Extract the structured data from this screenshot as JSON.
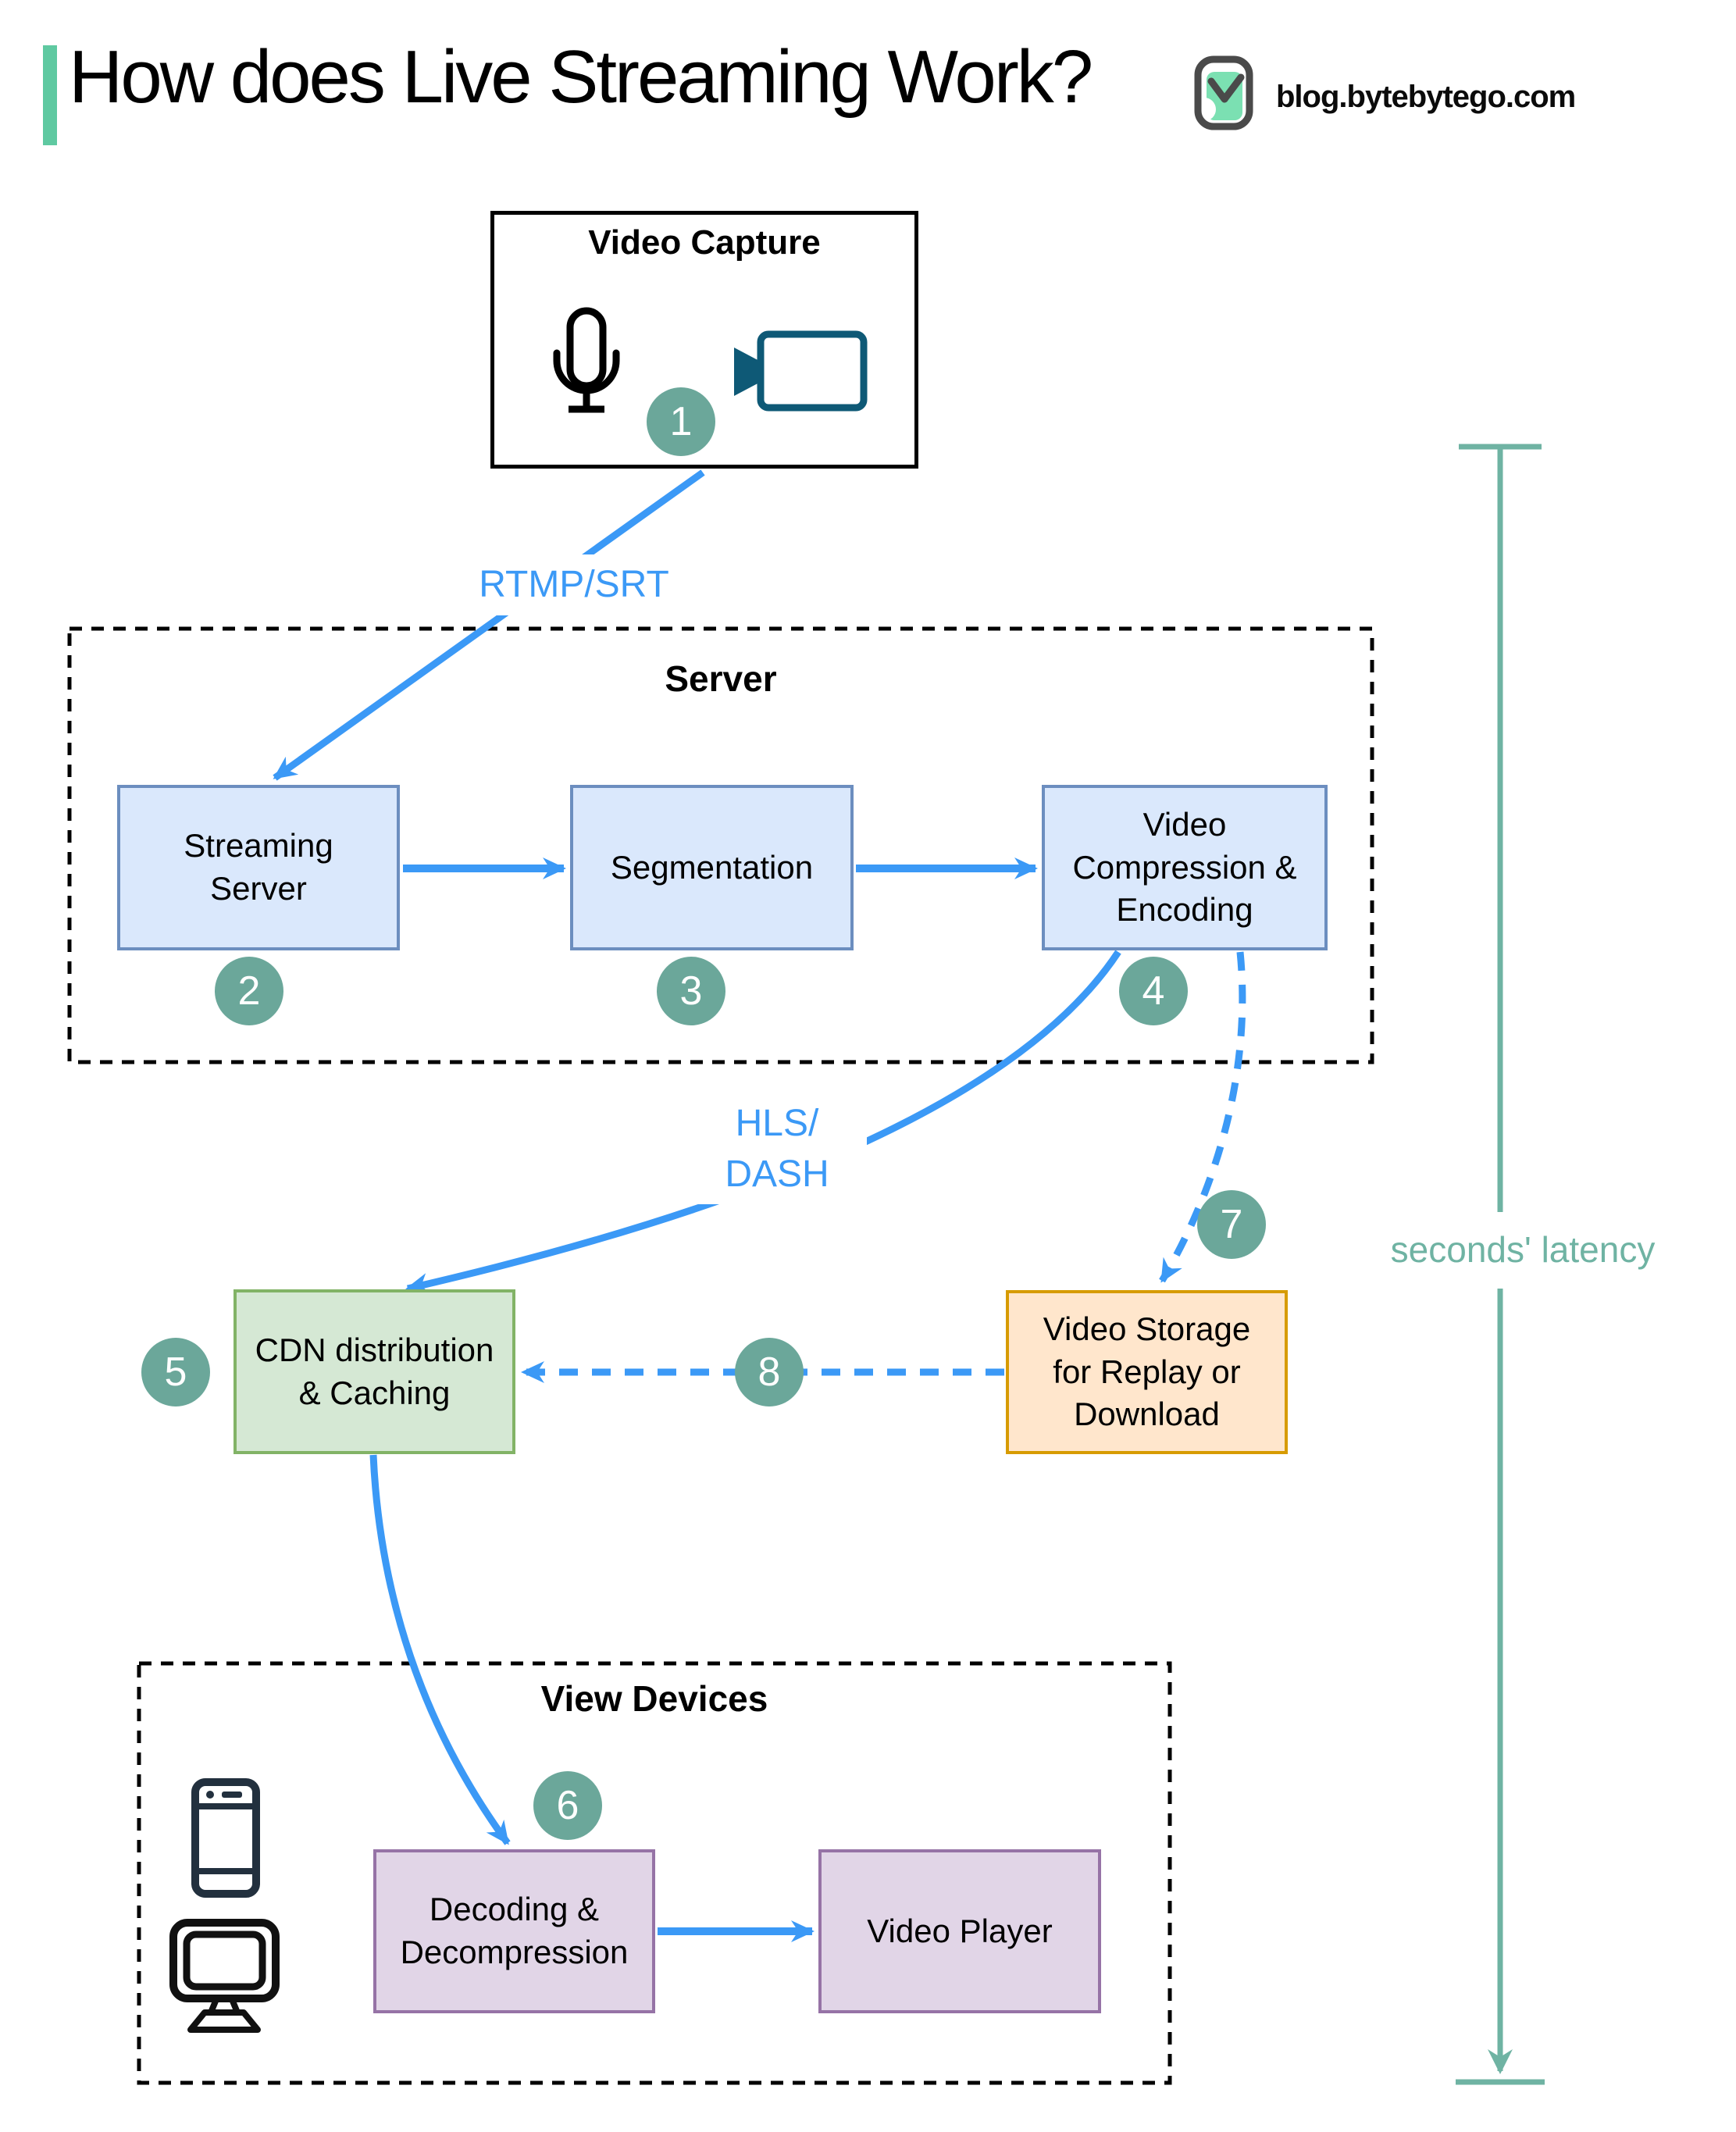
{
  "header": {
    "title": "How does Live Streaming Work?",
    "site": "blog.bytebytego.com"
  },
  "nodes": {
    "video_capture": {
      "label": "Video Capture",
      "step": "1"
    },
    "server_group": {
      "label": "Server"
    },
    "streaming_server": {
      "label": "Streaming\nServer",
      "step": "2"
    },
    "segmentation": {
      "label": "Segmentation",
      "step": "3"
    },
    "video_compression": {
      "label": "Video\nCompression &\nEncoding",
      "step": "4"
    },
    "cdn": {
      "label": "CDN distribution\n& Caching",
      "step": "5"
    },
    "video_storage": {
      "label": "Video Storage\nfor Replay or\nDownload",
      "step": "7"
    },
    "view_devices_group": {
      "label": "View Devices"
    },
    "decoding": {
      "label": "Decoding &\nDecompression",
      "step": "6"
    },
    "video_player": {
      "label": "Video Player"
    }
  },
  "badges": {
    "s1": "1",
    "s2": "2",
    "s3": "3",
    "s4": "4",
    "s5": "5",
    "s6": "6",
    "s7": "7",
    "s8": "8"
  },
  "edges": {
    "rtmp_label": "RTMP/SRT",
    "hls_label": "HLS/\nDASH",
    "latency_label": "seconds' latency"
  },
  "icons": {
    "mic": "microphone-icon",
    "camera": "video-camera-icon",
    "phone": "smartphone-icon",
    "monitor": "desktop-monitor-icon",
    "logo": "bytebytego-logo-icon"
  },
  "colors": {
    "blue": "#3B99F6",
    "teal_badge": "#6BA79A",
    "teal_line": "#6FB3A3",
    "bar_green": "#5FC9A1",
    "logo_green": "#7BE0B2",
    "logo_dark": "#4A4A4A",
    "box_blue_fill": "#DAE8FC",
    "box_blue_border": "#6C8EBF",
    "box_green_fill": "#D5E8D4",
    "box_green_border": "#82B366",
    "box_orange_fill": "#FFE6CC",
    "box_orange_border": "#D79B00",
    "box_purple_fill": "#E1D5E7",
    "box_purple_border": "#9673A6",
    "camera_icon": "#0E5976",
    "phone_icon": "#22303E",
    "monitor_icon": "#111111"
  }
}
